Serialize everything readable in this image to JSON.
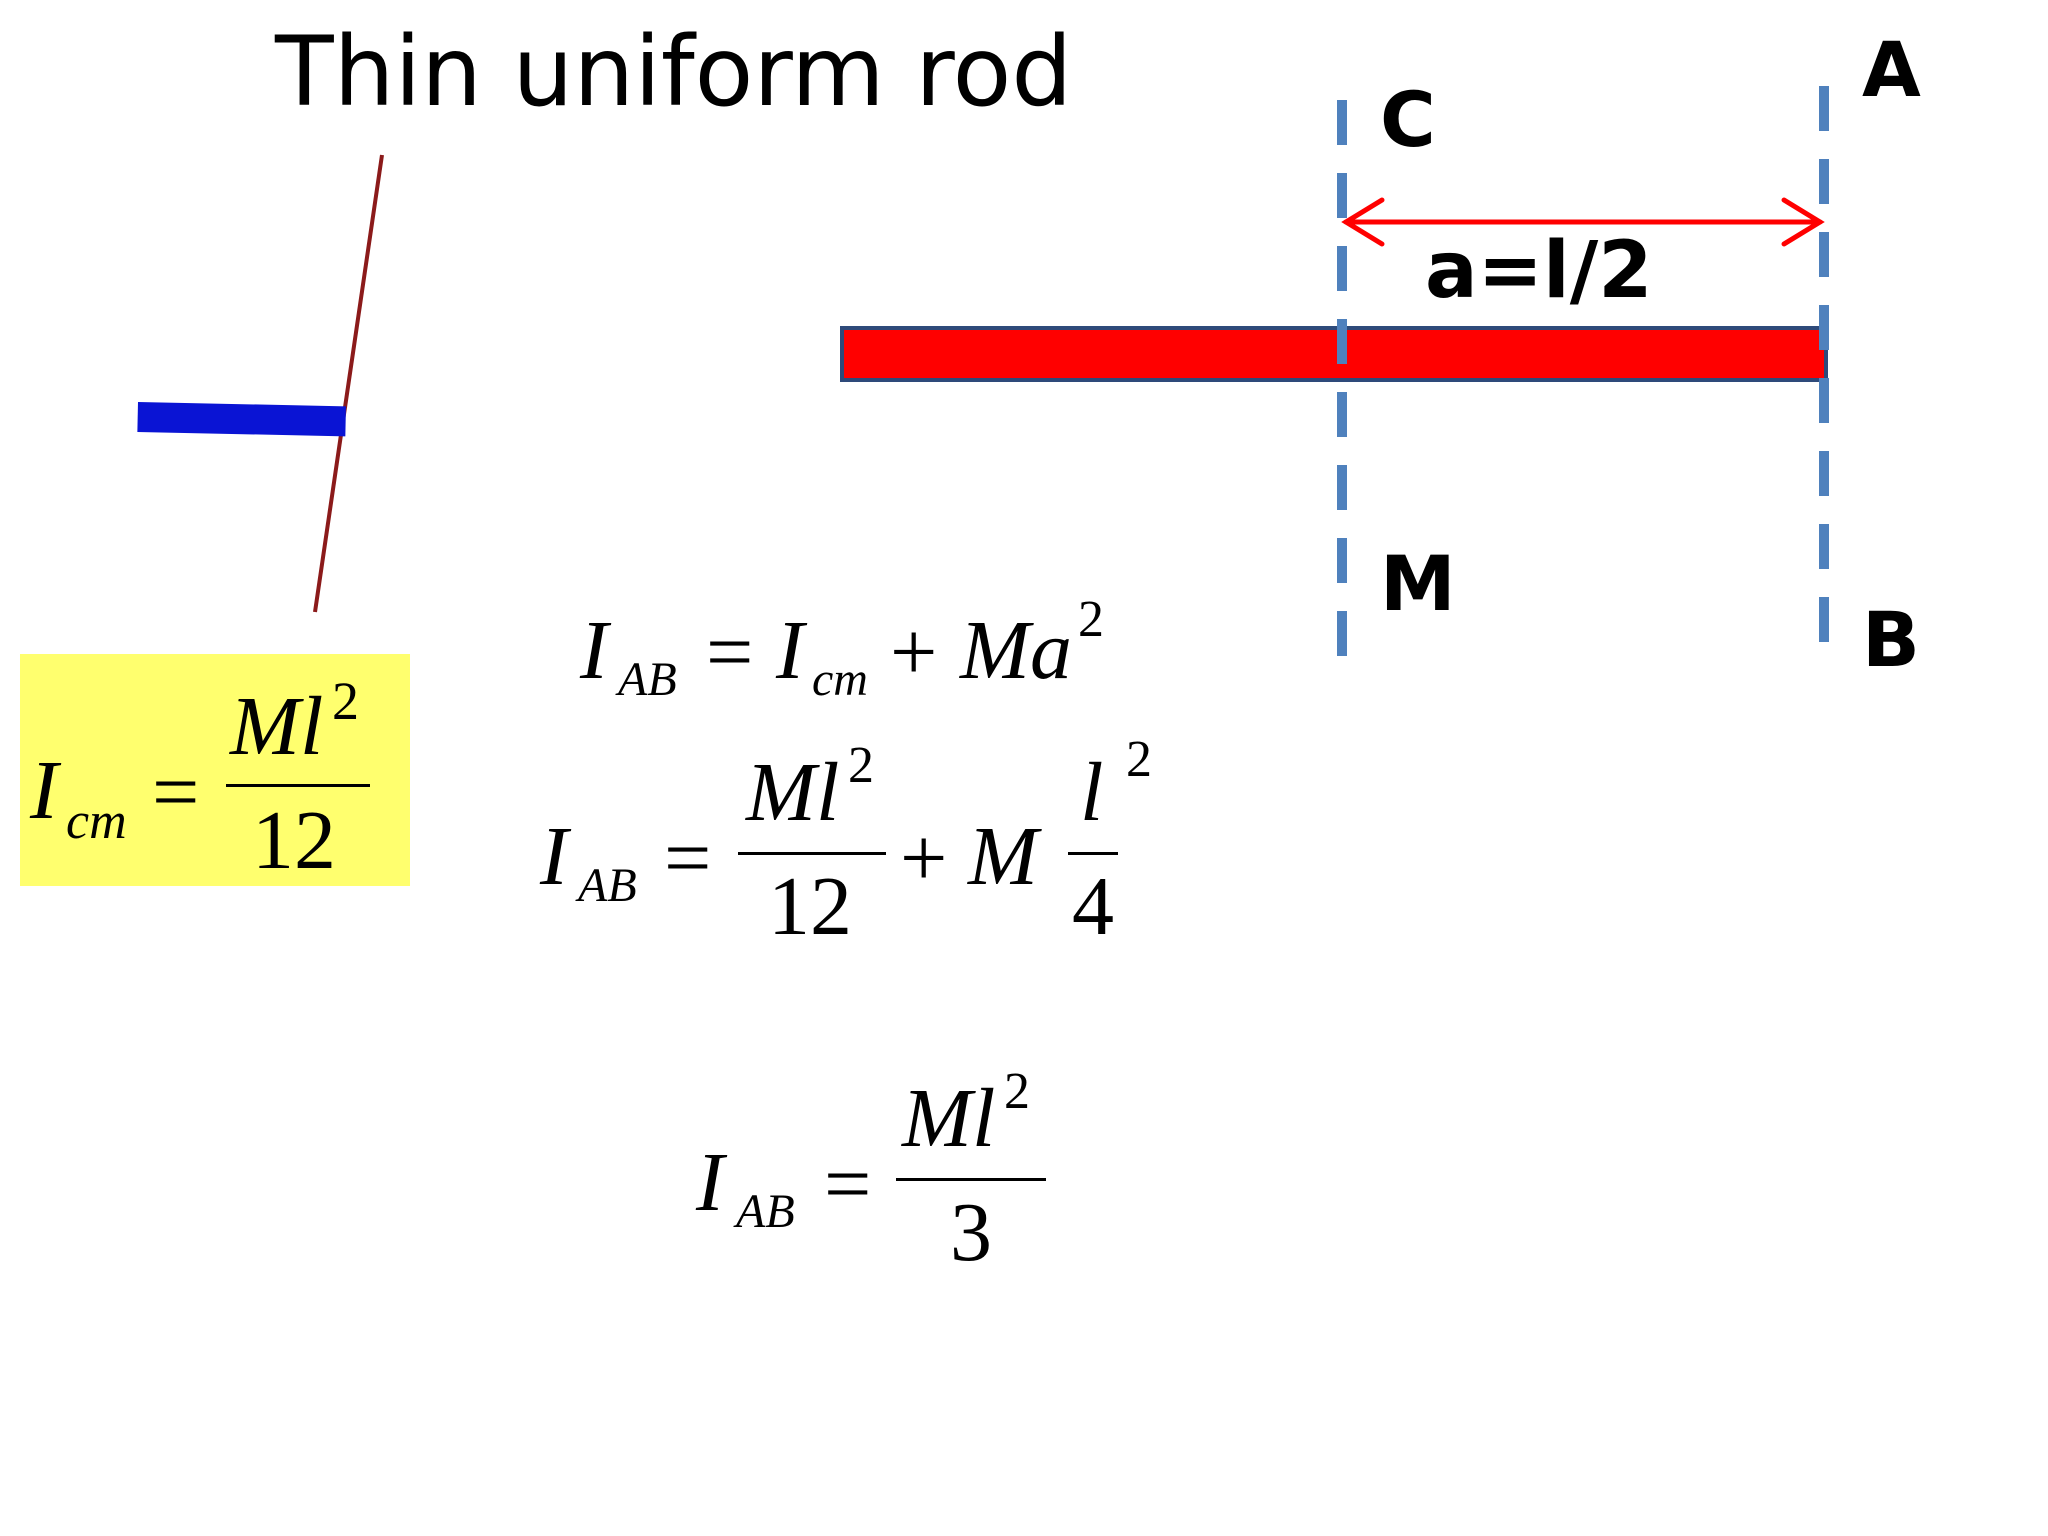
{
  "title": "Thin uniform rod",
  "labels": {
    "A": "A",
    "B": "B",
    "C": "C",
    "M": "M",
    "distance": "a=l/2"
  },
  "colors": {
    "rod": "#ff0000",
    "axis_dashes": "#4f81bd",
    "arrow": "#ff0000",
    "highlight_box": "#ffff6e",
    "blue_bar": "#0a14d4",
    "thin_rod": "#8b1a1a"
  },
  "equations": {
    "icm": {
      "lhs_main": "I",
      "lhs_sub": "cm",
      "eq": "=",
      "num_main": "Ml",
      "num_sup": "2",
      "den": "12"
    },
    "eq1": {
      "lhs_main": "I",
      "lhs_sub": "AB",
      "eq": "=",
      "t1_main": "I",
      "t1_sub": "cm",
      "plus": "+",
      "t2_main": "Ma",
      "t2_sup": "2"
    },
    "eq2": {
      "lhs_main": "I",
      "lhs_sub": "AB",
      "eq": "=",
      "num_main": "Ml",
      "num_sup": "2",
      "den": "12",
      "plus": "+",
      "m": "M",
      "frac2_num": "l",
      "frac2_den": "4",
      "frac2_sup": "2"
    },
    "eq3": {
      "lhs_main": "I",
      "lhs_sub": "AB",
      "eq": "=",
      "num_main": "Ml",
      "num_sup": "2",
      "den": "3"
    }
  }
}
